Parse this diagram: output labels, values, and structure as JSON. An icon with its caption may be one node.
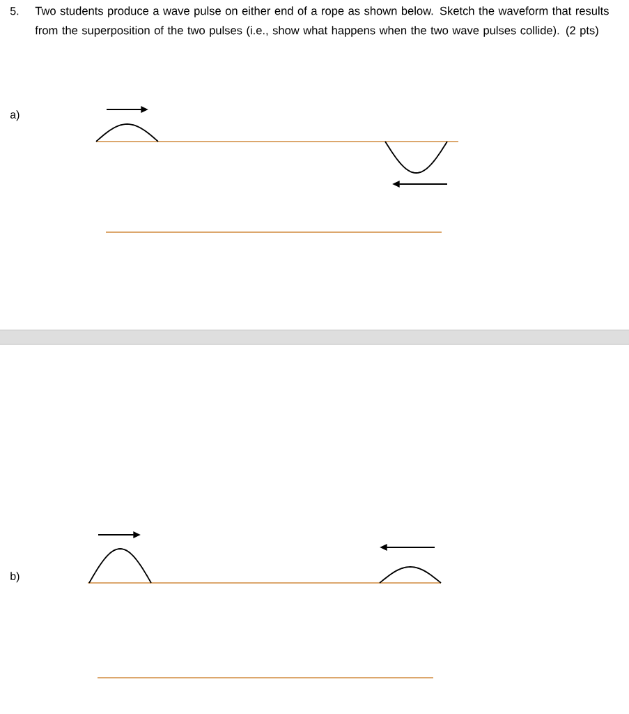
{
  "diagram": {
    "labels": [
      "5.",
      "Two students produce a wave pulse on either end of a rope as shown below. Sketch the waveform that results from the superposition of the two pulses (i.e., show what happens when the two wave pulses collide). (2 pts)",
      "a)",
      "b)"
    ]
  }
}
